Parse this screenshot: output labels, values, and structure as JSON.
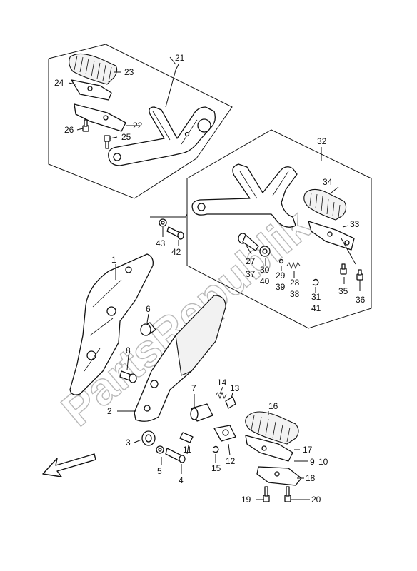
{
  "watermark": "PartsRepublik",
  "labels": {
    "l1": "1",
    "l2": "2",
    "l3": "3",
    "l4": "4",
    "l5": "5",
    "l6": "6",
    "l7": "7",
    "l8": "8",
    "l9": "9",
    "l10": "10",
    "l11": "11",
    "l12": "12",
    "l13": "13",
    "l14": "14",
    "l15": "15",
    "l16": "16",
    "l17": "17",
    "l18": "18",
    "l19": "19",
    "l20": "20",
    "l21": "21",
    "l22": "22",
    "l23": "23",
    "l24": "24",
    "l25": "25",
    "l26": "26",
    "l27": "27",
    "l28": "28",
    "l29": "29",
    "l30": "30",
    "l31": "31",
    "l32": "32",
    "l33": "33",
    "l34": "34",
    "l35": "35",
    "l36": "36",
    "l37": "37",
    "l38": "38",
    "l39": "39",
    "l40": "40",
    "l41": "41",
    "l42": "42",
    "l43": "43"
  },
  "icons": {
    "front_arrow": "arrow-left-down-icon"
  }
}
